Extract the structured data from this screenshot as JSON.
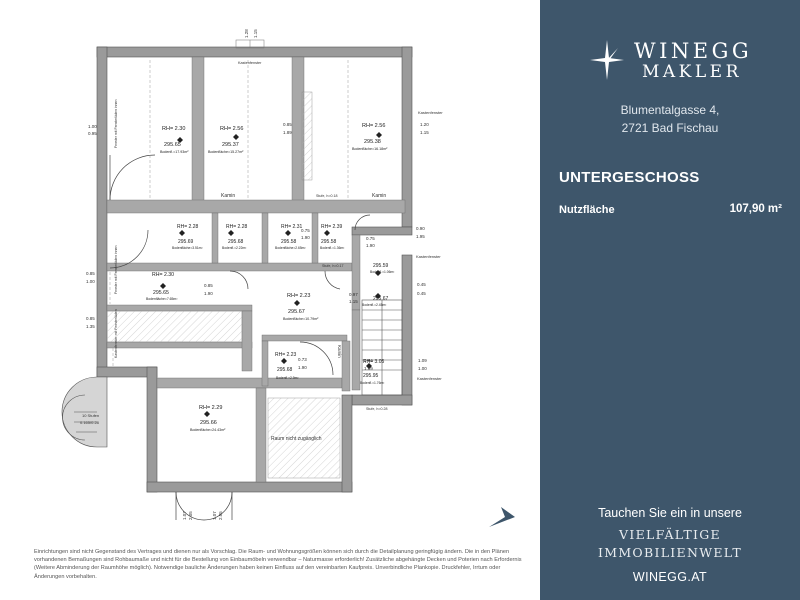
{
  "brand": {
    "line1": "WINEGG",
    "line2": "MAKLER",
    "logo_icon": "star-compass-icon",
    "panel_color": "#3e566b"
  },
  "address": {
    "street": "Blumentalgasse 4,",
    "city": "2721 Bad Fischau"
  },
  "floor": {
    "title": "UNTERGESCHOSS",
    "area_label": "Nutzfläche",
    "area_value": "107,90 m²"
  },
  "cta": {
    "line1": "Tauchen Sie ein in unsere",
    "line2": "VIELFÄLTIGE",
    "line3": "IMMOBILIENWELT",
    "website": "WINEGG.AT"
  },
  "disclaimer": "Einrichtungen sind nicht Gegenstand des Vertrages und dienen nur als Vorschlag. Die Raum- und Wohnungsgrößen können sich durch die Detailplanung geringfügig ändern. Die in den Plänen vorhandenen Bemaßungen sind Rohbaumaße und nicht für die Bestellung von Einbaumöbeln verwendbar – Naturmasse erforderlich! Zusätzliche abgehängte Decken und Poterien nach Erfordernis (Weitere Abminderung der Raumhöhe möglich). Notwendige bauliche Änderungen haben keinen Einfluss auf den vereinbarten Kaufpreis. Unverbindliche Plankopie. Druckfehler, Irrtum oder Änderungen vorbehalten.",
  "plan": {
    "rooms": [
      {
        "rh": "RH= 2.30",
        "level": "295.65",
        "area": "Bodenfl.=17.93m²"
      },
      {
        "rh": "RH= 2.56",
        "level": "295.37",
        "area": "Bodenfläche=15.27m²"
      },
      {
        "rh": "RH= 2.56",
        "level": "295.38",
        "area": "Bodenfläche=16.18m²"
      },
      {
        "rh": "RH= 2.28",
        "level": "295.69",
        "area": "Bodenfläche=3.51m²"
      },
      {
        "rh": "RH= 2.28",
        "level": "295.68",
        "area": "Bodenfl.=2.22m²"
      },
      {
        "rh": "RH= 2.31",
        "level": "295.58",
        "area": "Bodenfläche=2.65m²"
      },
      {
        "rh": "RH= 2.39",
        "level": "295.58",
        "area": "Bodenfl.=1.36m²"
      },
      {
        "rh": "RH= 2.30",
        "level": "295.65",
        "area": "Bodenfläche=7.65m²"
      },
      {
        "rh": "RH= 2.23",
        "level": "295.67",
        "area": "Bodenfläche=10.79m²"
      },
      {
        "rh": "RH= 2.23",
        "level": "295.68",
        "area": "Bodenfl.=2.9m²"
      },
      {
        "rh": "RH= 3.05",
        "level": "295.95",
        "area": "Bodenfl.=1.76m²"
      },
      {
        "rh": "RH= 2.29",
        "level": "295.66",
        "area": "Bodenfläche=24.43m²"
      },
      {
        "rh": "",
        "level": "295.59",
        "area": "Bodenfl.=1.06m²"
      },
      {
        "rh": "",
        "level": "295.67",
        "area": "Bodenfl.=2.45m²"
      }
    ],
    "labels": {
      "kamin1": "Kamin",
      "kamin2": "Kamin",
      "kamin3": "Kamin",
      "raum_nz": "Raum nicht zugänglich",
      "stufe1": "Stufe, h=0.18",
      "stufe2": "Stufe, h=0.17",
      "stufe3": "Stufe, h=0.28",
      "kf1": "Kastenfenster",
      "kf2": "Kastenfenster",
      "kf3": "Kastenfenster",
      "kf4": "Kastenfenster",
      "fenster1": "Fenster mit Fensterläden innen",
      "fenster2": "Fenster mit Fensterläden innen",
      "fenster3": "Kastenfenster mit Fensterläden",
      "stufen": "10 Stufen",
      "stufen_dim": "0.165/0.28",
      "dim_a": "1.00",
      "dim_b": "0.95",
      "dim_c": "0.85",
      "dim_d": "1.89",
      "dim_e": "1.20",
      "dim_f": "1.15",
      "dim_g": "0.90",
      "dim_h": "1.95",
      "dim_i": "0.85",
      "dim_j": "1.00",
      "dim_k": "0.85",
      "dim_l": "1.90",
      "dim_m": "0.97",
      "dim_n": "1.15",
      "dim_o": "0.45",
      "dim_p": "0.45",
      "dim_q": "0.85",
      "dim_r": "1.35",
      "dim_s": "1.09",
      "dim_t": "1.00",
      "dim_u": "0.84",
      "dim_v": "1.89",
      "dim_w": "0.75",
      "dim_x": "1.90",
      "dim_y": "0.75",
      "dim_z": "1.90",
      "dim_top1": "1.28",
      "dim_top2": "1.15",
      "dim_d1": "1.07",
      "dim_d2": "2.05",
      "dim_d3": "1.07",
      "dim_d4": "2.05",
      "dim_d5": "0.73",
      "dim_d6": "1.90"
    }
  }
}
